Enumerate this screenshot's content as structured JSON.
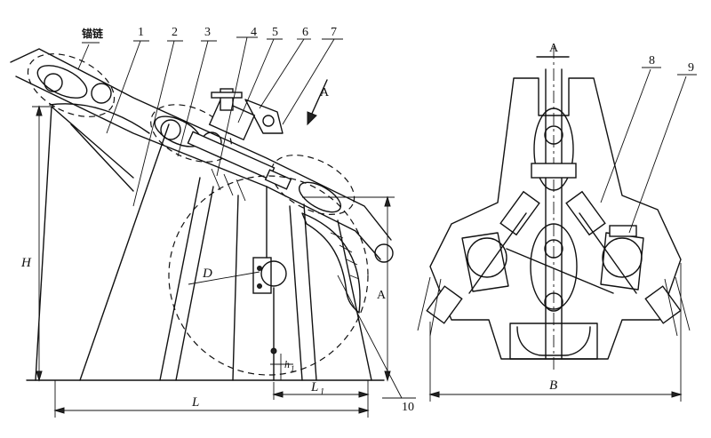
{
  "labels": {
    "chain": "锚链",
    "n1": "1",
    "n2": "2",
    "n3": "3",
    "n4": "4",
    "n5": "5",
    "n6": "6",
    "n7": "7",
    "n8": "8",
    "n9": "9",
    "n10": "10",
    "view_arrow_a": "A",
    "section_a": "A",
    "dim_h": "H",
    "dim_d": "D",
    "dim_a": "A",
    "dim_l": "L",
    "dim_l1": "L",
    "dim_l1_sub": "1",
    "dim_h1": "h",
    "dim_h1_sub": "1",
    "dim_b": "B"
  }
}
